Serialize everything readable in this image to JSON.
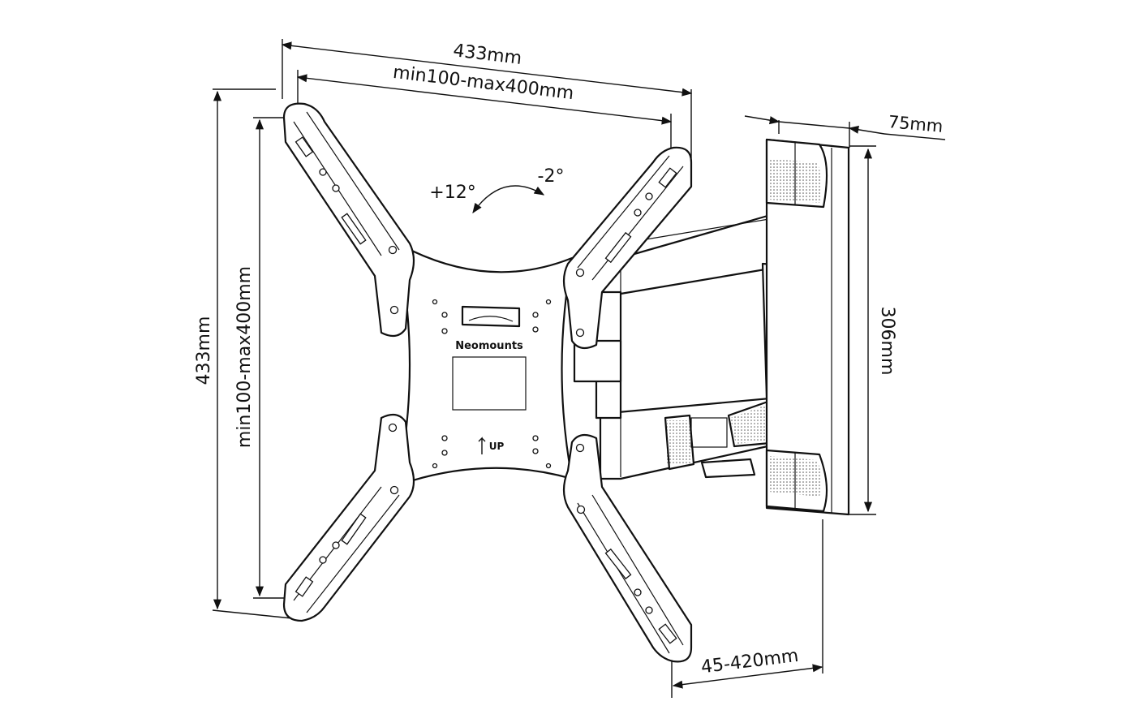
{
  "dimensions": {
    "overall_width": "433mm",
    "vesa_horizontal": "min100-max400mm",
    "overall_height": "433mm",
    "vesa_vertical": "min100-max400mm",
    "wall_plate_depth": "75mm",
    "wall_plate_height": "306mm",
    "extension": "45-420mm"
  },
  "tilt": {
    "up": "+12°",
    "down": "-2°"
  },
  "labels": {
    "brand": "Neomounts",
    "up": "UP"
  }
}
